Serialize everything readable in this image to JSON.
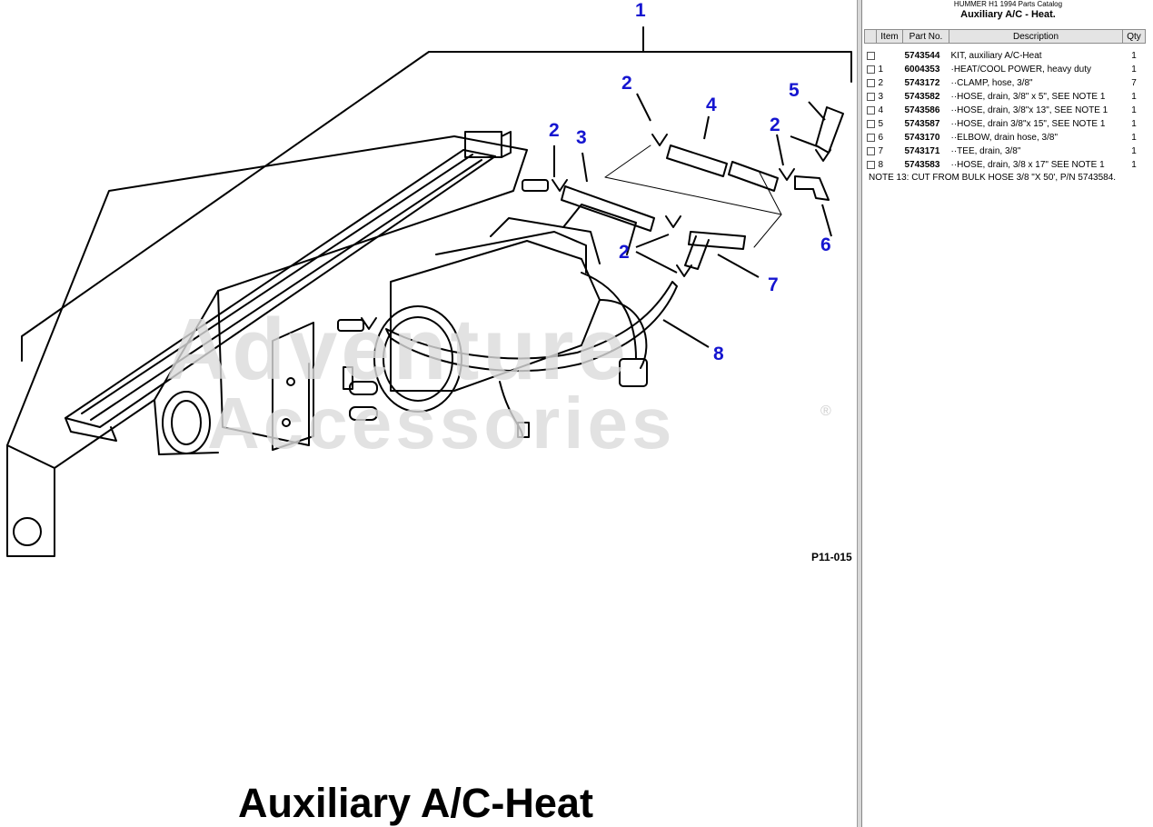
{
  "diagram": {
    "title": "Auxiliary A/C-Heat",
    "figure_code": "P11-015",
    "watermark_line1": "Adventure",
    "watermark_line2": "Accessories",
    "watermark_mark": "®",
    "callouts": [
      "1",
      "2",
      "3",
      "2",
      "4",
      "5",
      "2",
      "2",
      "6",
      "7",
      "8"
    ]
  },
  "catalog": {
    "name": "HUMMER H1 1994 Parts Catalog",
    "title": "Auxiliary A/C - Heat."
  },
  "table": {
    "headers": {
      "item": "Item",
      "part_no": "Part No.",
      "description": "Description",
      "qty": "Qty"
    },
    "rows": [
      {
        "item": "",
        "part_no": "5743544",
        "description": "KIT, auxiliary A/C-Heat",
        "qty": "1"
      },
      {
        "item": "1",
        "part_no": "6004353",
        "description": "·HEAT/COOL POWER, heavy duty",
        "qty": "1"
      },
      {
        "item": "2",
        "part_no": "5743172",
        "description": "··CLAMP, hose, 3/8\"",
        "qty": "7"
      },
      {
        "item": "3",
        "part_no": "5743582",
        "description": "··HOSE, drain, 3/8\" x 5\", SEE NOTE 1",
        "qty": "1"
      },
      {
        "item": "4",
        "part_no": "5743586",
        "description": "··HOSE, drain, 3/8\"x 13\", SEE NOTE 1",
        "qty": "1"
      },
      {
        "item": "5",
        "part_no": "5743587",
        "description": "··HOSE, drain 3/8\"x 15\", SEE NOTE 1",
        "qty": "1"
      },
      {
        "item": "6",
        "part_no": "5743170",
        "description": "··ELBOW, drain hose, 3/8\"",
        "qty": "1"
      },
      {
        "item": "7",
        "part_no": "5743171",
        "description": "··TEE, drain, 3/8\"",
        "qty": "1"
      },
      {
        "item": "8",
        "part_no": "5743583",
        "description": "··HOSE, drain, 3/8 x 17\" SEE NOTE 1",
        "qty": "1"
      }
    ],
    "note": "NOTE 13:  CUT FROM BULK HOSE 3/8 \"X 50', P/N 5743584."
  }
}
